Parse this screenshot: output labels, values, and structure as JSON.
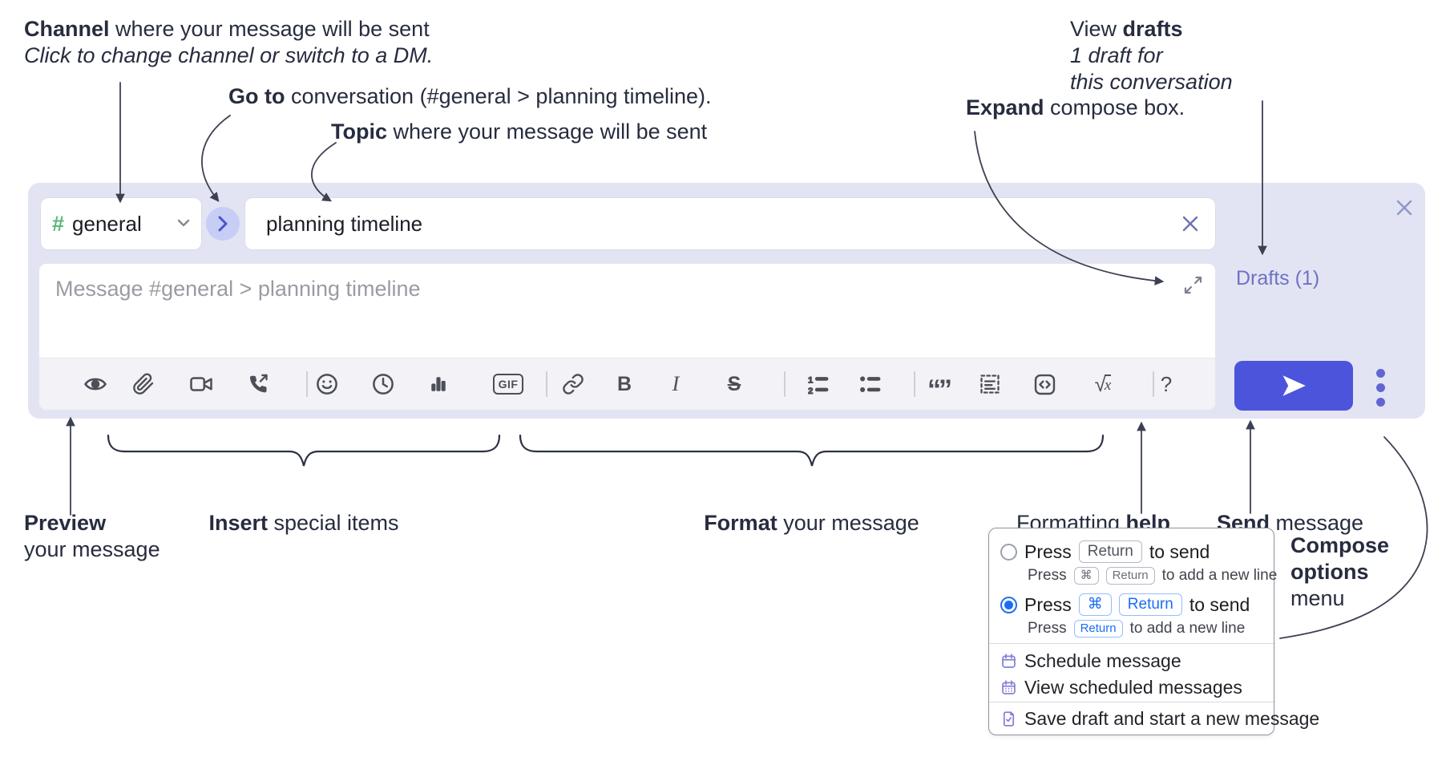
{
  "annotations": {
    "channel_bold": "Channel",
    "channel_rest": " where your message will be sent",
    "channel_click": "Click to change channel or switch to a DM.",
    "goto_bold": "Go to",
    "goto_rest": " conversation (#general > planning timeline).",
    "topic_bold": "Topic",
    "topic_rest": " where your message will be sent",
    "expand_bold": "Expand",
    "expand_rest": " compose box.",
    "drafts_pre": "View ",
    "drafts_bold": "drafts",
    "drafts_line2": "1 draft for",
    "drafts_line3": "this conversation",
    "preview_bold": "Preview",
    "preview_line2": "your message",
    "insert_bold": "Insert",
    "insert_rest": " special items",
    "format_bold": "Format",
    "format_rest": " your message",
    "help_pre": "Formatting ",
    "help_bold": "help",
    "send_bold": "Send",
    "send_rest": " message",
    "compose_line1": "Compose",
    "compose_line2": "options",
    "compose_line3": "menu"
  },
  "composer": {
    "channel_hash": "#",
    "channel_name": "general",
    "topic_value": "planning timeline",
    "message_placeholder": "Message #general > planning timeline",
    "drafts_link": "Drafts (1)",
    "toolbar_icon_names": [
      "preview-eye",
      "attach-paperclip",
      "video",
      "phone-call",
      "emoji",
      "schedule-clock",
      "poll-bars",
      "gif",
      "link",
      "bold",
      "italic",
      "strikethrough",
      "ordered-list",
      "bulleted-list",
      "blockquote",
      "code-snippet",
      "code-block",
      "formula",
      "formatting-help"
    ],
    "glyphs": {
      "gif": "GIF",
      "bold": "B",
      "italic": "I",
      "strike": "S",
      "ol1": "1",
      "ol2": "2",
      "quote": "“”",
      "radical": "√",
      "formula_var": "x",
      "help": "?"
    }
  },
  "menu": {
    "row1": {
      "press": "Press",
      "key1": "Return",
      "post": "to send"
    },
    "row1sub": {
      "press": "Press",
      "key1": "⌘",
      "key2": "Return",
      "post": "to add a new line"
    },
    "row2": {
      "press": "Press",
      "key1": "⌘",
      "key2": "Return",
      "post": "to send"
    },
    "row2sub": {
      "press": "Press",
      "key1": "Return",
      "post": "to add a new line"
    },
    "item_schedule": "Schedule message",
    "item_view_scheduled": "View scheduled messages",
    "item_save_draft": "Save draft and start a new message"
  },
  "colors": {
    "container_bg": "#e3e4f3",
    "send_button": "#4c54dc",
    "drafts_link": "#6d72c5",
    "channel_hash_green": "#5cb87e",
    "go_button_bg": "#c7cdf4",
    "go_arrow": "#4753d1",
    "toolbar_icon": "#4c4f58",
    "radio_selected": "#1b6ef3",
    "menu_icon_purple": "#8481d6",
    "annotation_text": "#272c3f"
  }
}
